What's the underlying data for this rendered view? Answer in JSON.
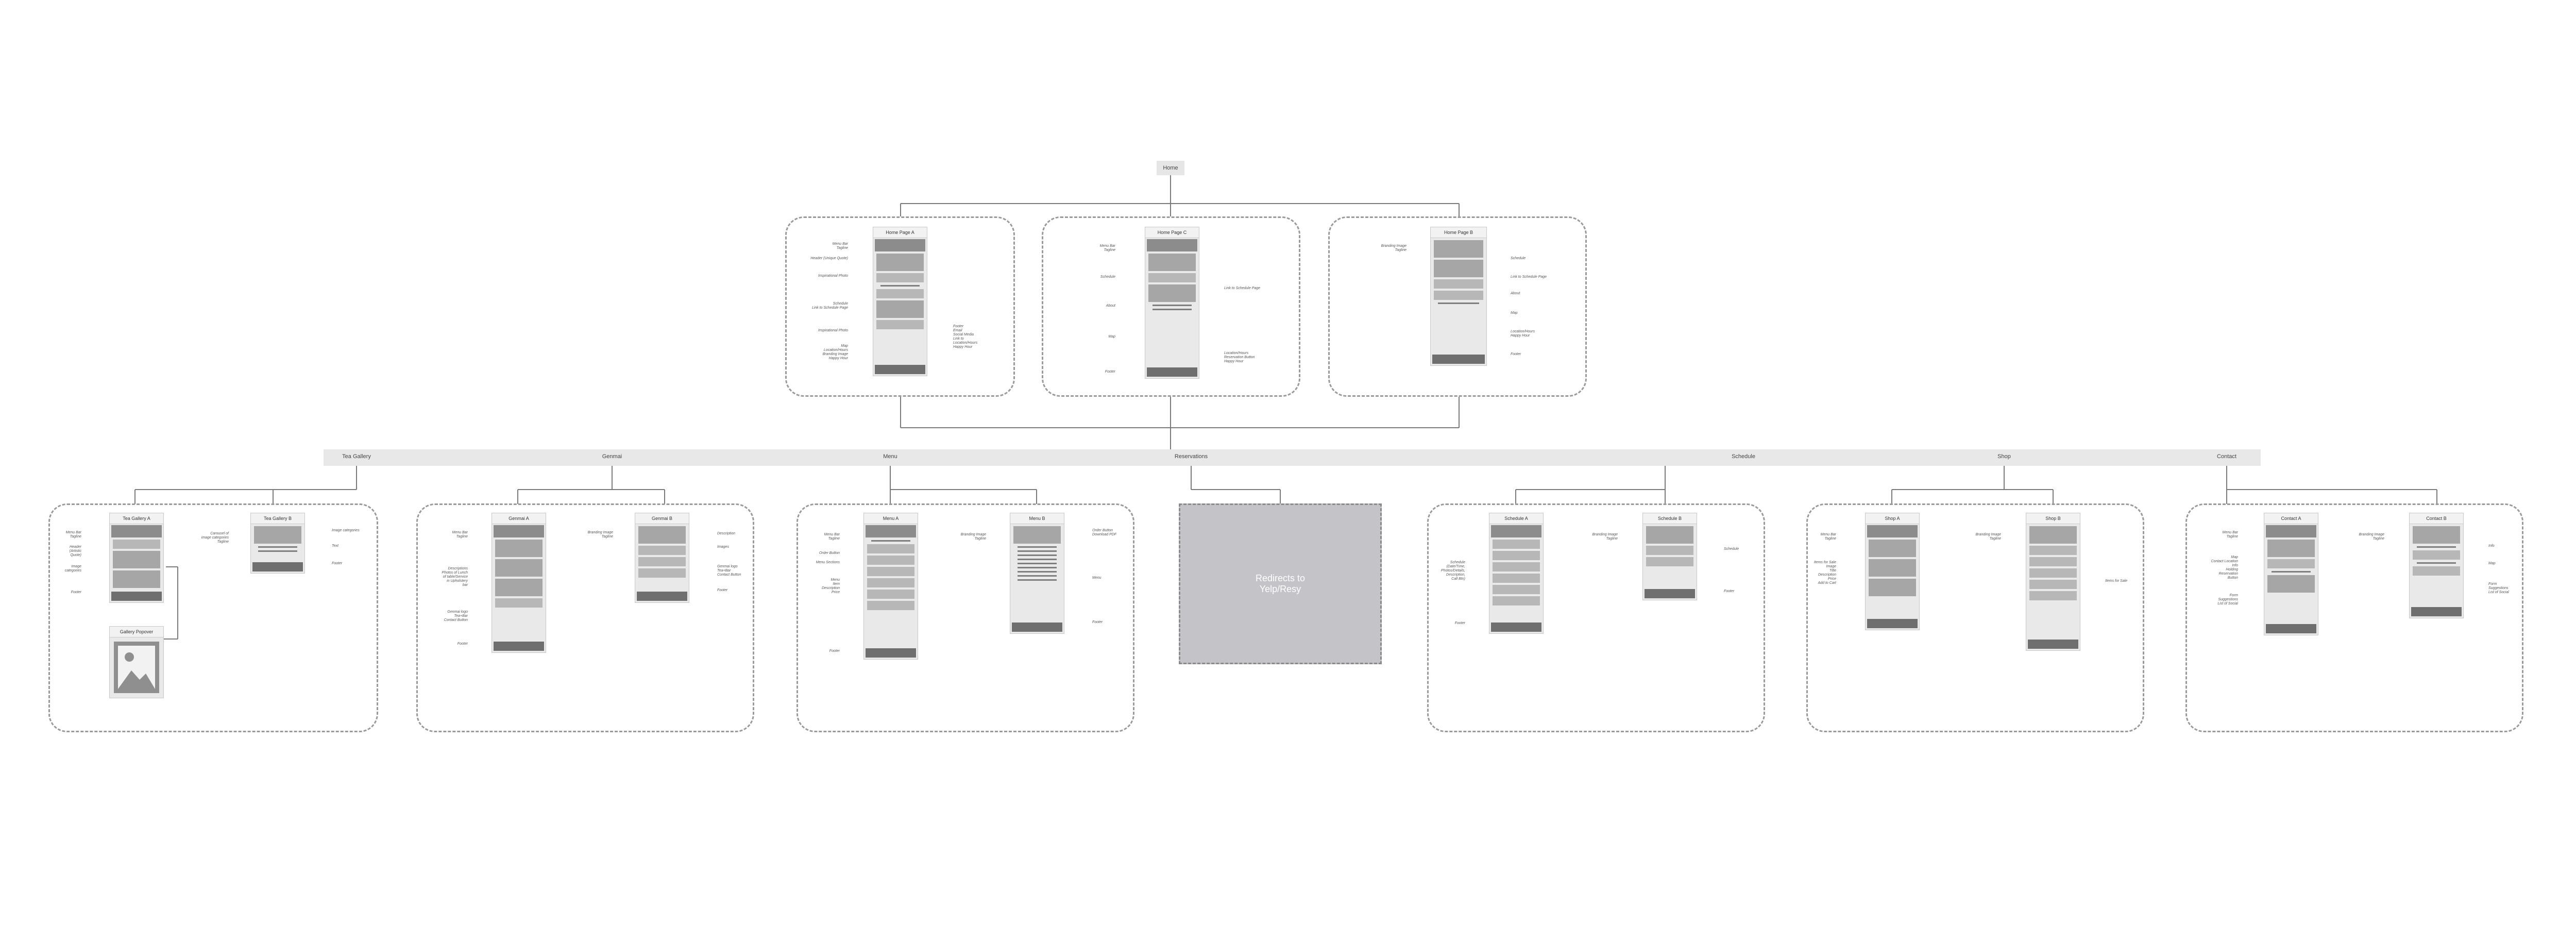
{
  "root": {
    "label": "Home"
  },
  "home_pages": [
    {
      "title": "Home Page A",
      "notes": [
        "Menu Bar\nTagline",
        "Header (Unique Quote)",
        "Inspirational Photo",
        "Schedule\nLink to Schedule Page",
        "Inspirational Photo",
        "Map\nLocation/Hours\nBranding Image\nHappy Hour"
      ],
      "notes_right": [
        "Footer\nEmail\nSocial Media\nLink to\nLocation/Hours\nHappy Hour"
      ]
    },
    {
      "title": "Home Page C",
      "notes": [
        "Menu Bar\nTagline",
        "Schedule",
        "About",
        "Map",
        "Footer"
      ],
      "notes_right": [
        "Link to Schedule Page",
        "Location/Hours\nReservation Button\nHappy Hour"
      ]
    },
    {
      "title": "Home Page B",
      "notes": [
        "Branding Image\nTagline"
      ],
      "notes_right": [
        "Schedule",
        "Link to Schedule Page",
        "About",
        "Map",
        "Location/Hours\nHappy Hour",
        "Footer"
      ]
    }
  ],
  "nav": [
    "Tea Gallery",
    "Genmai",
    "Menu",
    "Reservations",
    "Schedule",
    "Shop",
    "Contact"
  ],
  "sections": [
    {
      "pages": [
        {
          "title": "Tea Gallery A",
          "notes": [
            "Menu Bar\nTagline",
            "Header\n(Artistic\nQuote)",
            "Image\ncategories",
            "Footer"
          ]
        },
        {
          "title": "Tea Gallery B",
          "notes": [
            "Carousel of\nimage categories\nTagline"
          ],
          "notes_right": [
            "Image categories",
            "Text",
            "Footer"
          ]
        },
        {
          "title": "Gallery Popover",
          "notes": []
        }
      ]
    },
    {
      "pages": [
        {
          "title": "Genmai A",
          "notes": [
            "Menu Bar\nTagline",
            "Descriptions\nPhotos of Lunch\nof table/Service\nin Upholstery\nbar",
            "Genmai logo\nTea+Bar\nContact Button",
            "Footer"
          ]
        },
        {
          "title": "Genmai B",
          "notes": [
            "Branding Image\nTagline"
          ],
          "notes_right": [
            "Description",
            "Images",
            "Genmai logo\nTea+Bar\nContact Button",
            "Footer"
          ]
        }
      ]
    },
    {
      "pages": [
        {
          "title": "Menu A",
          "notes": [
            "Menu Bar\nTagline",
            "Order Button",
            "Menu Sections",
            "Menu\nItem\nDescription\nPrice",
            "Footer"
          ]
        },
        {
          "title": "Menu B",
          "notes": [
            "Branding Image\nTagline"
          ],
          "notes_right": [
            "Order Button\nDownload PDF",
            "Menu",
            "Footer"
          ]
        }
      ]
    },
    {
      "pages": [
        {
          "title": "Redirects to\nYelp/Resy",
          "notes": []
        }
      ]
    },
    {
      "pages": [
        {
          "title": "Schedule A",
          "notes": [
            "Schedule\n(Date/Time,\nPhotos/Details,\nDescription,\nCall Btn)",
            "Footer"
          ]
        },
        {
          "title": "Schedule B",
          "notes": [
            "Branding Image\nTagline"
          ],
          "notes_right": [
            "Schedule",
            "Footer"
          ]
        }
      ]
    },
    {
      "pages": [
        {
          "title": "Shop A",
          "notes": [
            "Menu Bar\nTagline",
            "Items for Sale\nImage\nTitle\nDescription\nPrice\nAdd to Cart"
          ]
        },
        {
          "title": "Shop B",
          "notes": [
            "Branding Image\nTagline"
          ],
          "notes_right": [
            "Items for Sale"
          ]
        }
      ]
    },
    {
      "pages": [
        {
          "title": "Contact A",
          "notes": [
            "Menu Bar\nTagline",
            "Map\nContact Location\nInfo\nHolding\nReservation\nButton",
            "Form\nSuggestions\nList of Social"
          ]
        },
        {
          "title": "Contact B",
          "notes": [
            "Branding Image\nTagline"
          ],
          "notes_right": [
            "Info",
            "Map",
            "Form\nSuggestions\nList of Social"
          ]
        }
      ]
    }
  ]
}
